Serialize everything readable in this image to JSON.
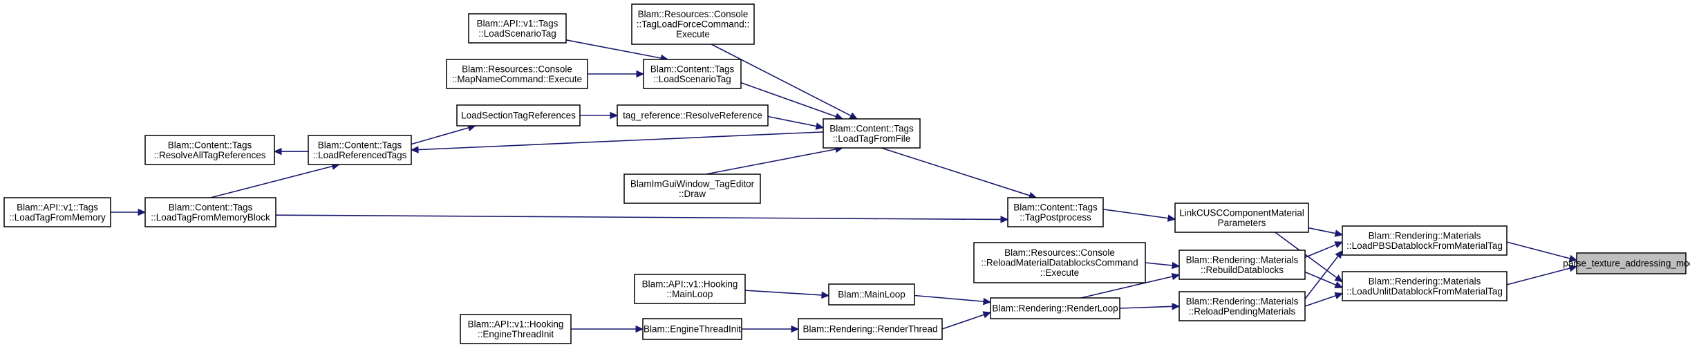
{
  "graph": {
    "edge_color": "#191970",
    "highlight_fill": "#bfbfbf",
    "nodes": {
      "parse": {
        "lines": [
          "parse_texture_addressing_mode"
        ]
      },
      "pbs": {
        "lines": [
          "Blam::Rendering::Materials",
          "::LoadPBSDatablockFromMaterialTag"
        ]
      },
      "unlit": {
        "lines": [
          "Blam::Rendering::Materials",
          "::LoadUnlitDatablockFromMaterialTag"
        ]
      },
      "linkcus": {
        "lines": [
          "LinkCUSCComponentMaterial",
          "Parameters"
        ]
      },
      "rebuild": {
        "lines": [
          "Blam::Rendering::Materials",
          "::RebuildDatablocks"
        ]
      },
      "reload": {
        "lines": [
          "Blam::Rendering::Materials",
          "::ReloadPendingMaterials"
        ]
      },
      "postprocess": {
        "lines": [
          "Blam::Content::Tags",
          "::TagPostprocess"
        ]
      },
      "reloadcmd": {
        "lines": [
          "Blam::Resources::Console",
          "::ReloadMaterialDatablocksCommand",
          "::Execute"
        ]
      },
      "renderloop": {
        "lines": [
          "Blam::Rendering::RenderLoop"
        ]
      },
      "fromfile": {
        "lines": [
          "Blam::Content::Tags",
          "::LoadTagFromFile"
        ]
      },
      "frommemblock": {
        "lines": [
          "Blam::Content::Tags",
          "::LoadTagFromMemoryBlock"
        ]
      },
      "mainloop": {
        "lines": [
          "Blam::MainLoop"
        ]
      },
      "renderthread": {
        "lines": [
          "Blam::Rendering::RenderThread"
        ]
      },
      "forcecmd": {
        "lines": [
          "Blam::Resources::Console",
          "::TagLoadForceCommand::",
          "Execute"
        ]
      },
      "scenariotag": {
        "lines": [
          "Blam::Content::Tags",
          "::LoadScenarioTag"
        ]
      },
      "resolveref": {
        "lines": [
          "tag_reference::ResolveReference"
        ]
      },
      "referenced": {
        "lines": [
          "Blam::Content::Tags",
          "::LoadReferencedTags"
        ]
      },
      "imgui": {
        "lines": [
          "BlamImGuiWindow_TagEditor",
          "::Draw"
        ]
      },
      "apifrommem": {
        "lines": [
          "Blam::API::v1::Tags",
          "::LoadTagFromMemory"
        ]
      },
      "apimainloop": {
        "lines": [
          "Blam::API::v1::Hooking",
          "::MainLoop"
        ]
      },
      "threadinit": {
        "lines": [
          "Blam::EngineThreadInit"
        ]
      },
      "apiscenario": {
        "lines": [
          "Blam::API::v1::Tags",
          "::LoadScenarioTag"
        ]
      },
      "mapname": {
        "lines": [
          "Blam::Resources::Console",
          "::MapNameCommand::Execute"
        ]
      },
      "section": {
        "lines": [
          "LoadSectionTagReferences"
        ]
      },
      "resolveall": {
        "lines": [
          "Blam::Content::Tags",
          "::ResolveAllTagReferences"
        ]
      },
      "apithreadinit": {
        "lines": [
          "Blam::API::v1::Hooking",
          "::EngineThreadInit"
        ]
      }
    }
  }
}
